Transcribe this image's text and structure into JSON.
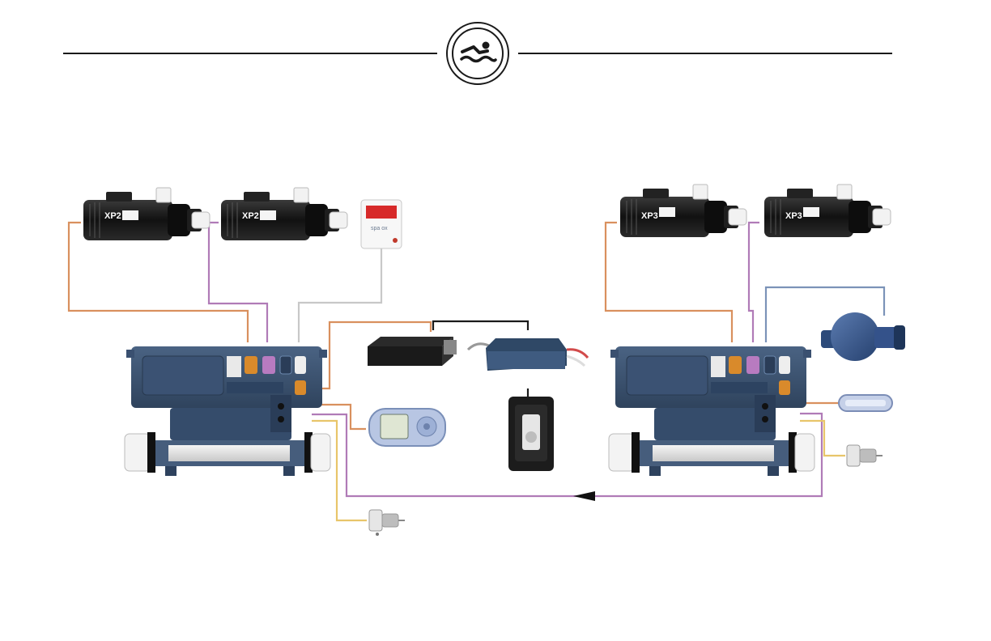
{
  "header": {
    "logo_icon": "swimmer-icon"
  },
  "colors": {
    "orange": "#d9905e",
    "purple": "#b07bb7",
    "gray": "#c8c8c8",
    "blue": "#7b93b8",
    "yellow": "#e8c56a",
    "black": "#1a1a1a",
    "pack_blue": "#3d5470"
  },
  "devices": {
    "pump_1": {
      "label": "XP2"
    },
    "pump_2": {
      "label": "XP2"
    },
    "pump_3": {
      "label": "XP3"
    },
    "pump_4": {
      "label": "XP3"
    },
    "ozonator": {
      "label": "spa ox"
    }
  }
}
